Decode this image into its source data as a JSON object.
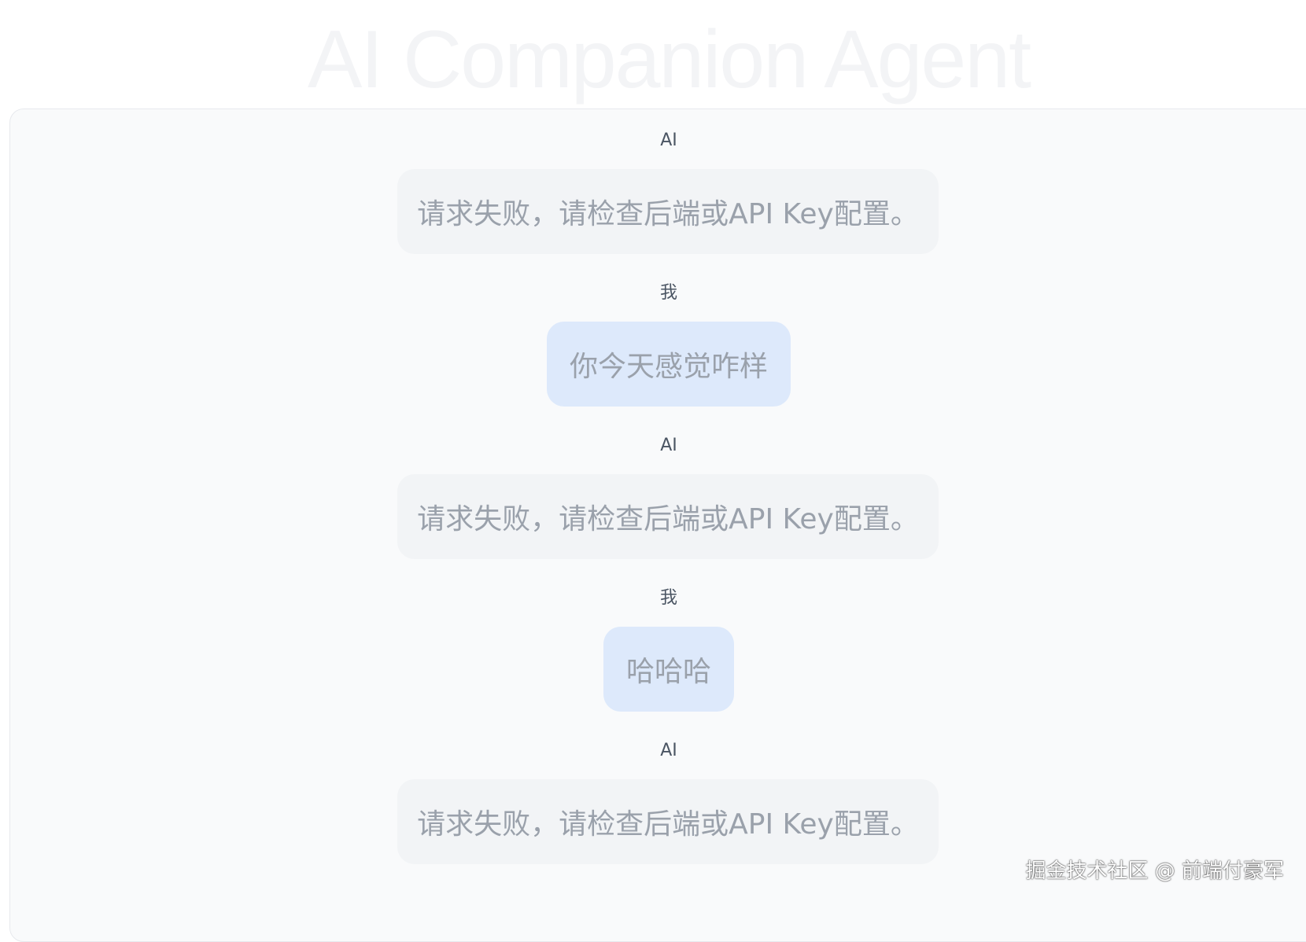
{
  "app": {
    "title": "AI Companion Agent"
  },
  "messages": [
    {
      "sender": "AI",
      "text": "请求失败，请检查后端或API Key配置。"
    },
    {
      "sender": "我",
      "text": "你今天感觉咋样"
    },
    {
      "sender": "AI",
      "text": "请求失败，请检查后端或API Key配置。"
    },
    {
      "sender": "我",
      "text": "哈哈哈"
    },
    {
      "sender": "AI",
      "text": "请求失败，请检查后端或API Key配置。"
    }
  ],
  "watermark": "掘金技术社区 @ 前端付豪军",
  "colors": {
    "ai_bubble": "#f2f4f6",
    "user_bubble": "#dde9fb",
    "bubble_text": "#9aa1ab",
    "panel_background": "#f9fafb"
  }
}
